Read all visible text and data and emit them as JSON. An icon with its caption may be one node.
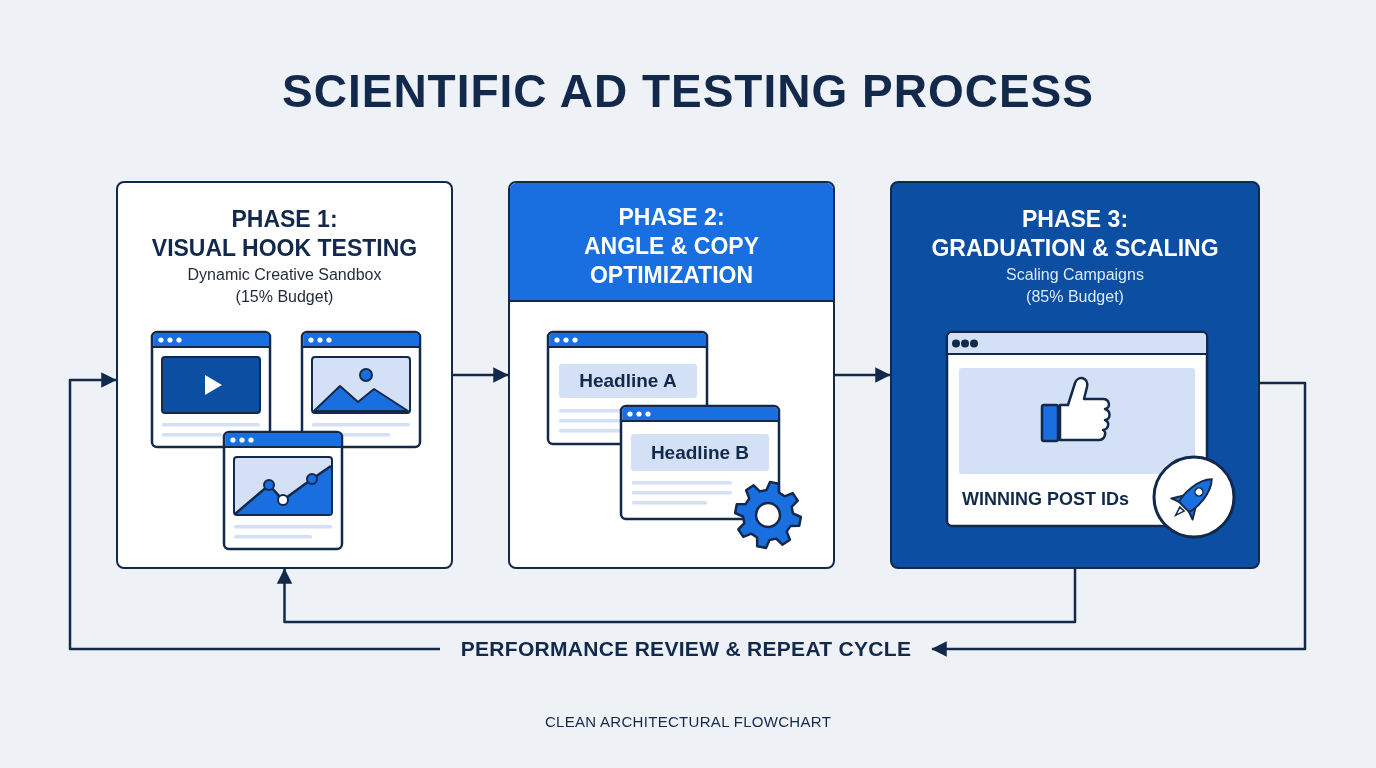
{
  "diagram": {
    "title": "SCIENTIFIC AD TESTING PROCESS",
    "caption": "CLEAN ARCHITECTURAL FLOWCHART",
    "nodes": [
      {
        "text": [
          "PHASE 1: VISUAL HOOK TESTING",
          "Dynamic Creative Sandbox (15% Budget)"
        ]
      },
      {
        "text": [
          "PHASE 2: ANGLE & COPY OPTIMIZATION"
        ]
      },
      {
        "text": [
          "Headline A"
        ],
        "in": 1
      },
      {
        "text": [
          "Headline B"
        ],
        "in": 1
      },
      {
        "text": [
          "PHASE 3: GRADUATION & SCALING",
          "Scaling Campaigns (85% Budget)"
        ]
      },
      {
        "text": [
          "WINNING POST IDs"
        ],
        "in": 4
      },
      {
        "text": [
          "PERFORMANCE REVIEW & REPEAT CYCLE"
        ]
      }
    ],
    "edges": [
      {
        "from": 0,
        "to": 1,
        "arrow": "to"
      },
      {
        "from": 1,
        "to": 4,
        "arrow": "to"
      },
      {
        "from": 4,
        "to": 0,
        "arrow": "to"
      },
      {
        "from": 4,
        "to": 6,
        "arrow": "to"
      },
      {
        "from": 6,
        "to": 0,
        "arrow": "to"
      }
    ]
  }
}
